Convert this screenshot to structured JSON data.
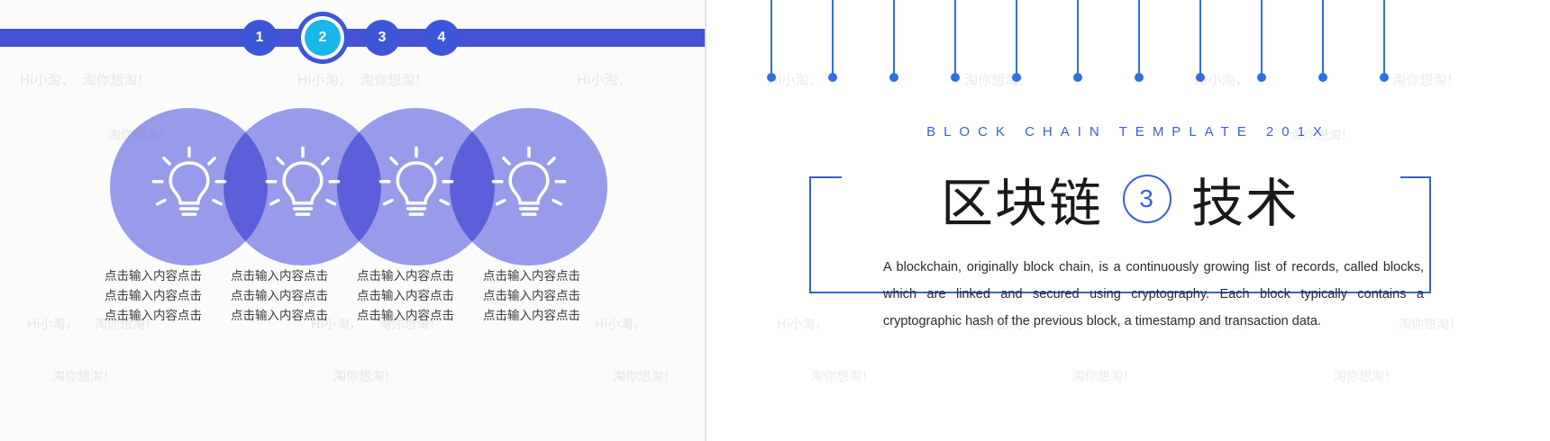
{
  "slide_left": {
    "steps": [
      {
        "label": "1",
        "active": false
      },
      {
        "label": "2",
        "active": true
      },
      {
        "label": "3",
        "active": false
      },
      {
        "label": "4",
        "active": false
      }
    ],
    "captions": [
      {
        "lines": [
          "点击输入内容点击",
          "点击输入内容点击",
          "点击输入内容点击"
        ]
      },
      {
        "lines": [
          "点击输入内容点击",
          "点击输入内容点击",
          "点击输入内容点击"
        ]
      },
      {
        "lines": [
          "点击输入内容点击",
          "点击输入内容点击",
          "点击输入内容点击"
        ]
      },
      {
        "lines": [
          "点击输入内容点击",
          "点击输入内容点击",
          "点击输入内容点击"
        ]
      }
    ]
  },
  "slide_right": {
    "eyebrow": "BLOCK CHAIN TEMPLATE 201X",
    "title_left": "区块链",
    "title_number": "3",
    "title_right": "技术",
    "body": "A blockchain, originally block chain, is a continuously growing list of records, called blocks, which are linked and secured using cryptography. Each block typically contains a cryptographic hash of the previous block, a timestamp and transaction data."
  },
  "watermarks": {
    "text_a": "Hi小淘，",
    "text_b": "淘你想淘！"
  },
  "colors": {
    "bar_blue": "#4753d4",
    "node_blue": "#3d55d8",
    "node_active": "#19b6e8",
    "bulb_purple": "#7c83e9",
    "accent_blue": "#3b5fd4",
    "lolli_blue": "#2f6fe4"
  }
}
